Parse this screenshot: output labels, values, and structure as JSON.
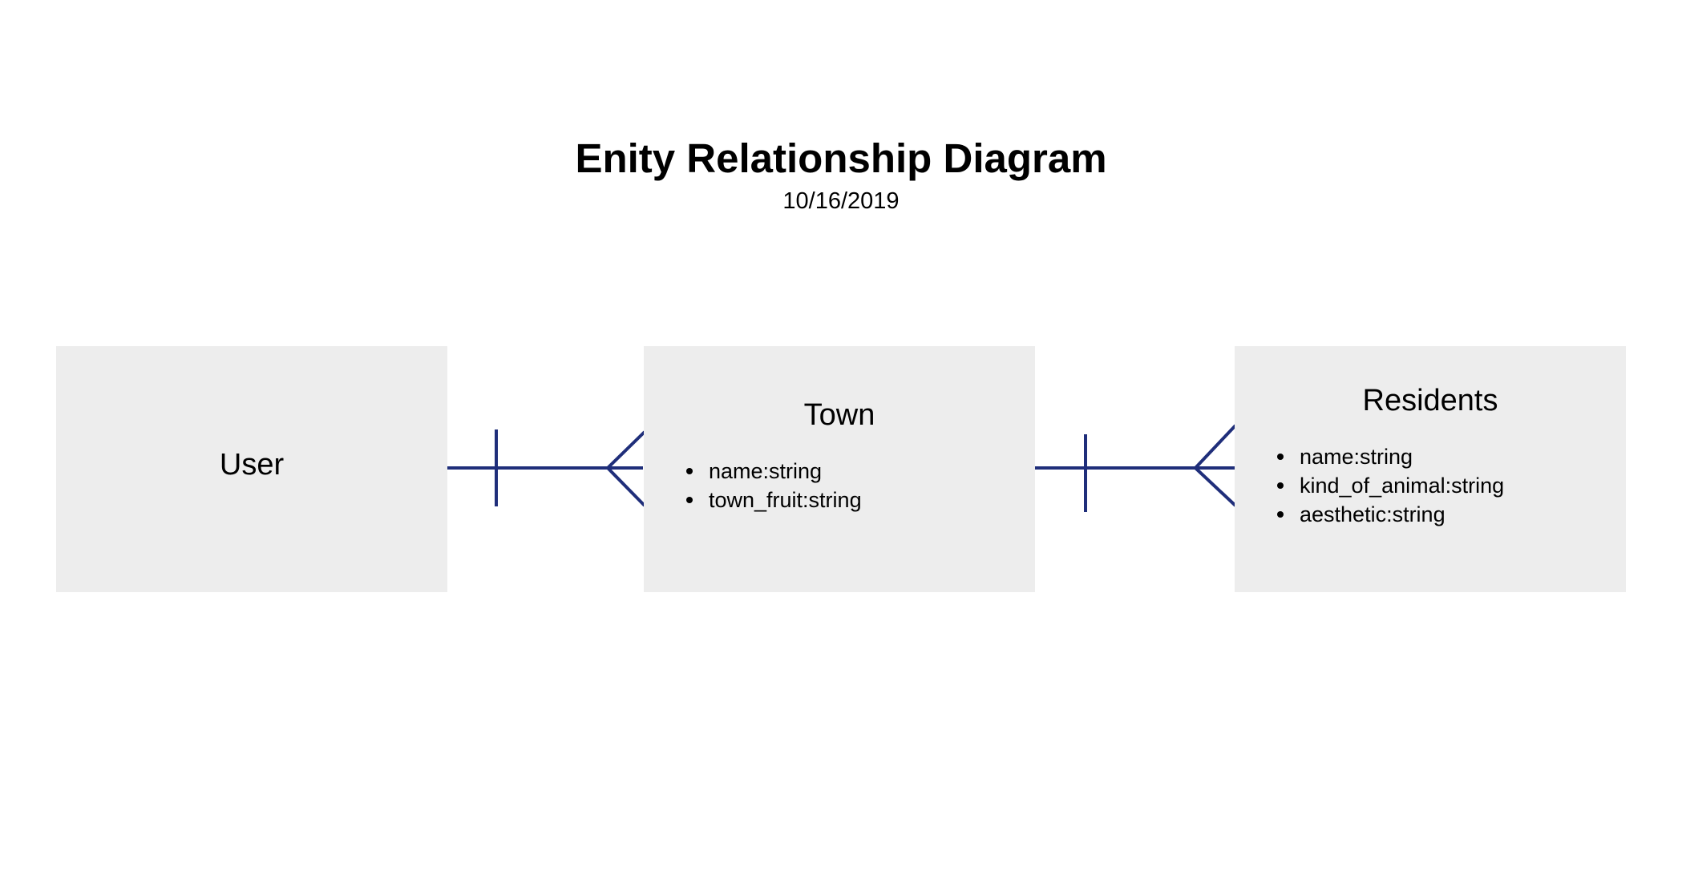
{
  "title": "Enity Relationship Diagram",
  "subtitle": "10/16/2019",
  "colors": {
    "entity_fill": "#ededed",
    "connector": "#1f2e7a"
  },
  "entities": [
    {
      "name": "User",
      "attributes": []
    },
    {
      "name": "Town",
      "attributes": [
        "name:string",
        "town_fruit:string"
      ]
    },
    {
      "name": "Residents",
      "attributes": [
        "name:string",
        "kind_of_animal:string",
        "aesthetic:string"
      ]
    }
  ],
  "relationships": [
    {
      "from": "User",
      "to": "Town",
      "from_cardinality": "one",
      "to_cardinality": "many"
    },
    {
      "from": "Town",
      "to": "Residents",
      "from_cardinality": "one",
      "to_cardinality": "many"
    }
  ]
}
